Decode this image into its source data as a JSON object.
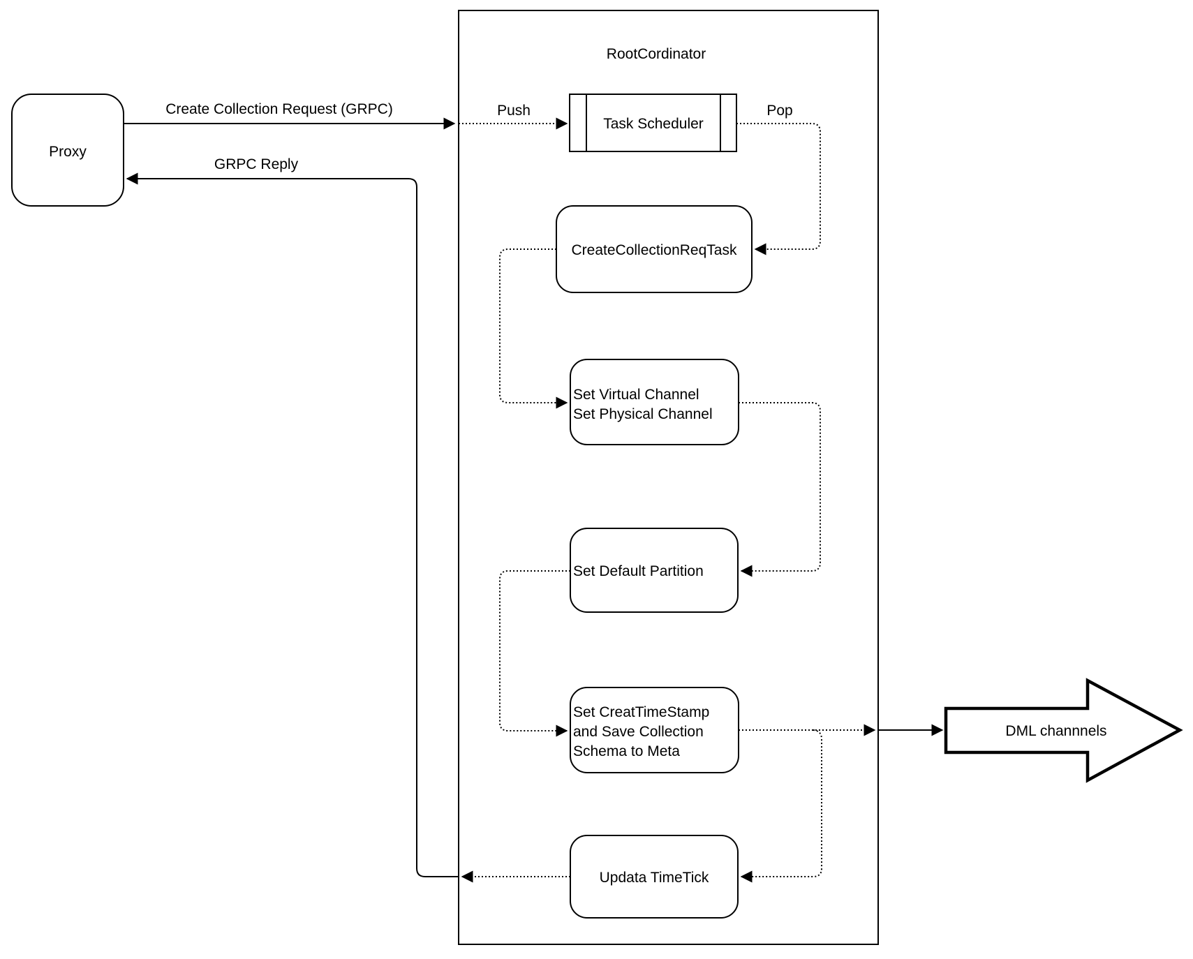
{
  "diagram": {
    "colors": {
      "stroke": "#000000",
      "node_fill": "#ffffff",
      "background": "#ffffff"
    },
    "container": {
      "label": "RootCordinator"
    },
    "nodes": {
      "proxy": {
        "label": "Proxy"
      },
      "task_scheduler": {
        "label": "Task Scheduler"
      },
      "create_collection_req_task": {
        "label": "CreateCollectionReqTask"
      },
      "set_channel": {
        "lines": [
          "Set Virtual Channel",
          "Set Physical Channel"
        ]
      },
      "set_default_partition": {
        "label": "Set Default Partition"
      },
      "set_creat_timestamp": {
        "lines": [
          "Set CreatTimeStamp",
          "and Save Collection",
          "Schema to Meta"
        ]
      },
      "updata_timetick": {
        "label": "Updata TimeTick"
      },
      "dml_channels": {
        "label": "DML channnels"
      }
    },
    "edges": {
      "create_collection_request": {
        "label": "Create Collection Request (GRPC)"
      },
      "grpc_reply": {
        "label": "GRPC Reply"
      },
      "push": {
        "label": "Push"
      },
      "pop": {
        "label": "Pop"
      }
    }
  }
}
